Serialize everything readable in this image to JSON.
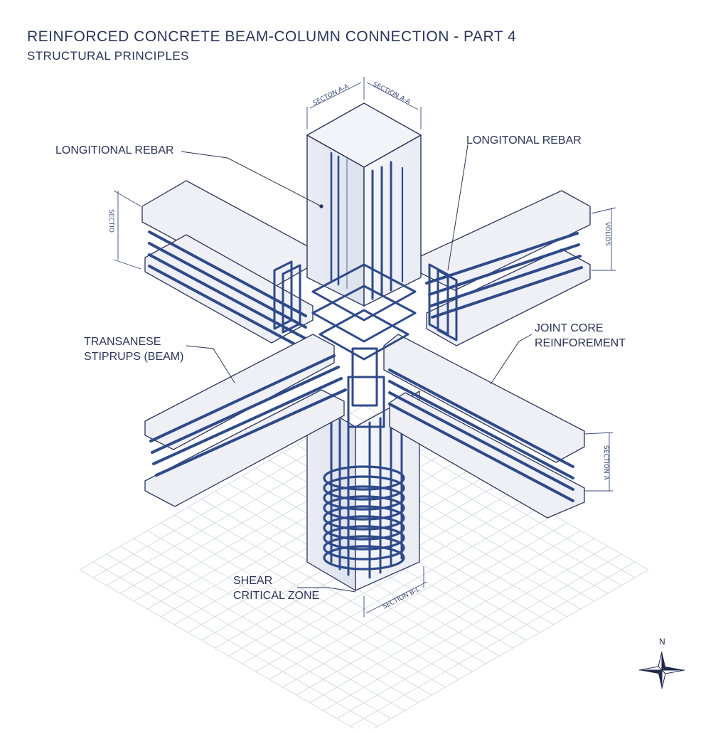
{
  "title": "REINFORCED CONCRETE BEAM-COLUMN CONNECTION - PART 4",
  "subtitle": "STRUCTURAL PRINCIPLES",
  "callouts": {
    "longitudinal_rebar_left": "LONGITIONAL REBAR",
    "longitudinal_rebar_right": "LONGITONAL REBAR",
    "transverse_stirrups_line1": "TRANSANESE",
    "transverse_stirrups_line2": "STIPRUPS (BEAM)",
    "joint_core_line1": "JOINT CORE",
    "joint_core_line2": "REINFOREMENT",
    "shear_zone_line1": "SHEAR",
    "shear_zone_line2": "CRITICAL ZONE"
  },
  "dimension_labels": {
    "top_left": "SECTON A-A",
    "top_right": "SECTION A-A",
    "left_beam": "SECTIO",
    "right_beam": "VOLIDS",
    "right_lower": "SECTION A",
    "bottom": "SECTION B-L"
  },
  "compass": {
    "label": "N"
  },
  "colors": {
    "ink": "#2a3558",
    "rebar": "#2f4a8a",
    "concrete": "#eef0f6",
    "grid": "#c9cfdc"
  }
}
